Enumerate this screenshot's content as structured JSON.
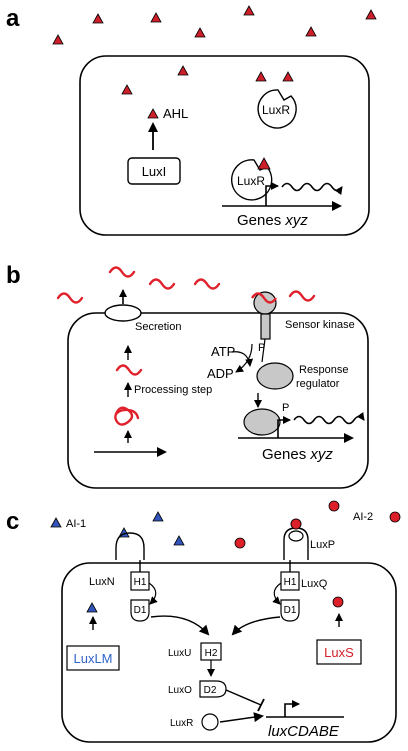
{
  "panel_a": {
    "letter": "a",
    "ahl_label": "AHL",
    "luxi_label": "LuxI",
    "luxr_free_label": "LuxR",
    "luxr_bound_label": "LuxR",
    "genes_label": "Genes",
    "genes_italic": "xyz"
  },
  "panel_b": {
    "letter": "b",
    "secretion_label": "Secretion",
    "sensor_kinase_label": "Sensor kinase",
    "atp_label": "ATP",
    "adp_label": "ADP",
    "p_label_1": "P",
    "response_label_1": "Response",
    "response_label_2": "regulator",
    "processing_label": "Processing step",
    "p_label_2": "P",
    "genes_label": "Genes",
    "genes_italic": "xyz"
  },
  "panel_c": {
    "letter": "c",
    "ai1_label": "AI-1",
    "ai2_label": "AI-2",
    "luxn_label": "LuxN",
    "luxp_label": "LuxP",
    "luxq_label": "LuxQ",
    "h1_left": "H1",
    "d1_left": "D1",
    "h1_right": "H1",
    "d1_right": "D1",
    "luxlm_label": "LuxLM",
    "luxs_label": "LuxS",
    "luxu_label": "LuxU",
    "h2_label": "H2",
    "luxo_label": "LuxO",
    "d2_label": "D2",
    "luxr_label": "LuxR",
    "operon_label": "luxCDABE"
  },
  "colors": {
    "ahl_red": "#cc1f2a",
    "ai1_blue": "#3355bb",
    "ai2_red": "#dd1f2a",
    "luxlm_blue": "#2f63c8",
    "luxs_red": "#d42028",
    "regulator_grey": "#c8c8c8"
  }
}
